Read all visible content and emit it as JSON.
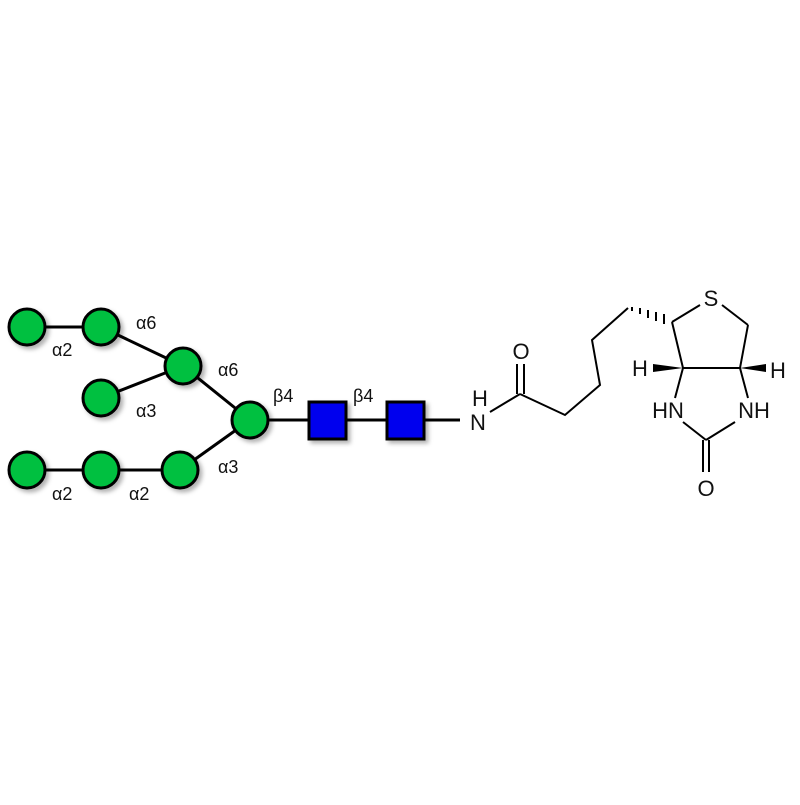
{
  "title": "Glycan-biotin conjugate",
  "colors": {
    "mannose": "#00c040",
    "glcnac": "#0000ee",
    "outline": "#000000"
  },
  "linkages": {
    "a2_top": "α2",
    "a6_upper": "α6",
    "a3_upper": "α3",
    "a6_core": "α6",
    "a3_core": "α3",
    "a2_bottom_left": "α2",
    "a2_bottom_mid": "α2",
    "b4_first": "β4",
    "b4_second": "β4"
  },
  "atoms": {
    "amide_n": "N",
    "amide_h": "H",
    "amide_o": "O",
    "sulfur": "S",
    "h_left": "H",
    "h_right": "H",
    "nh_left": "HN",
    "nh_right": "NH",
    "urea_o": "O"
  }
}
